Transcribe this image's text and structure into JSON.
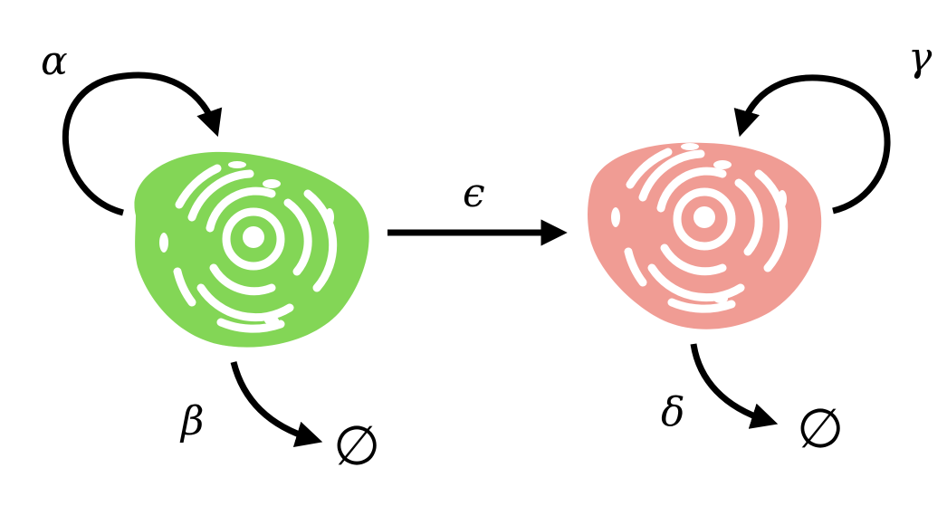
{
  "colors": {
    "cell_green": "#83D656",
    "cell_red": "#F09C94",
    "arrow": "#000000",
    "organelle": "#FFFFFF"
  },
  "cells": [
    {
      "state": "green",
      "color": "#83D656"
    },
    {
      "state": "red",
      "color": "#F09C94"
    }
  ],
  "labels": {
    "alpha": "α",
    "beta": "β",
    "gamma": "γ",
    "delta": "δ",
    "epsilon": "ϵ"
  },
  "sinks": {
    "left": "∅",
    "right": "∅"
  }
}
